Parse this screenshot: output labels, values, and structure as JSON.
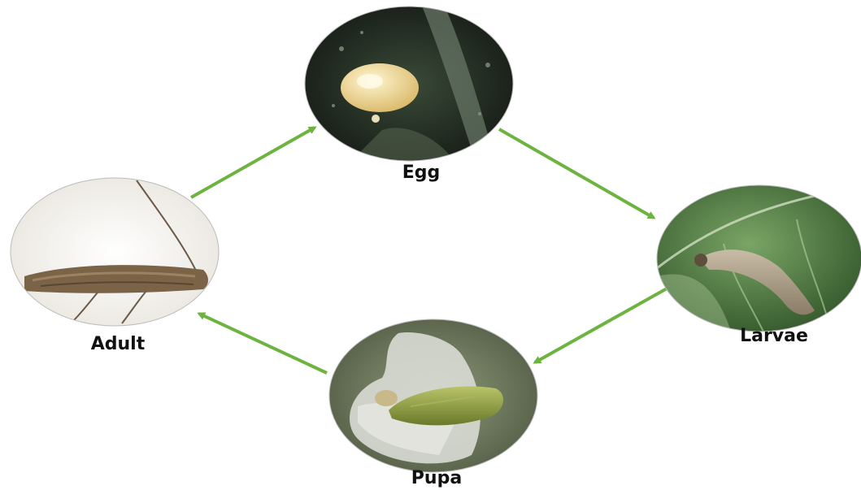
{
  "stages": {
    "egg": {
      "label": "Egg"
    },
    "larvae": {
      "label": "Larvae"
    },
    "pupa": {
      "label": "Pupa"
    },
    "adult": {
      "label": "Adult"
    }
  },
  "colors": {
    "arrow": "#6db33f",
    "egg_background": "#1f2a1f",
    "egg_body": "#f2dfa3",
    "leaf": "#4d7a3c",
    "larva_body": "#a89a82",
    "pupa_background": "#6f7a5e",
    "pupa_silk": "#d9dbd4",
    "pupa_body": "#8ea04a",
    "adult_background": "#f4f2ee",
    "adult_body": "#7a6347"
  },
  "icons": {
    "egg": "egg-photo-icon",
    "larvae": "caterpillar-photo-icon",
    "pupa": "pupa-photo-icon",
    "adult": "moth-photo-icon",
    "arrow": "arrow-icon"
  }
}
